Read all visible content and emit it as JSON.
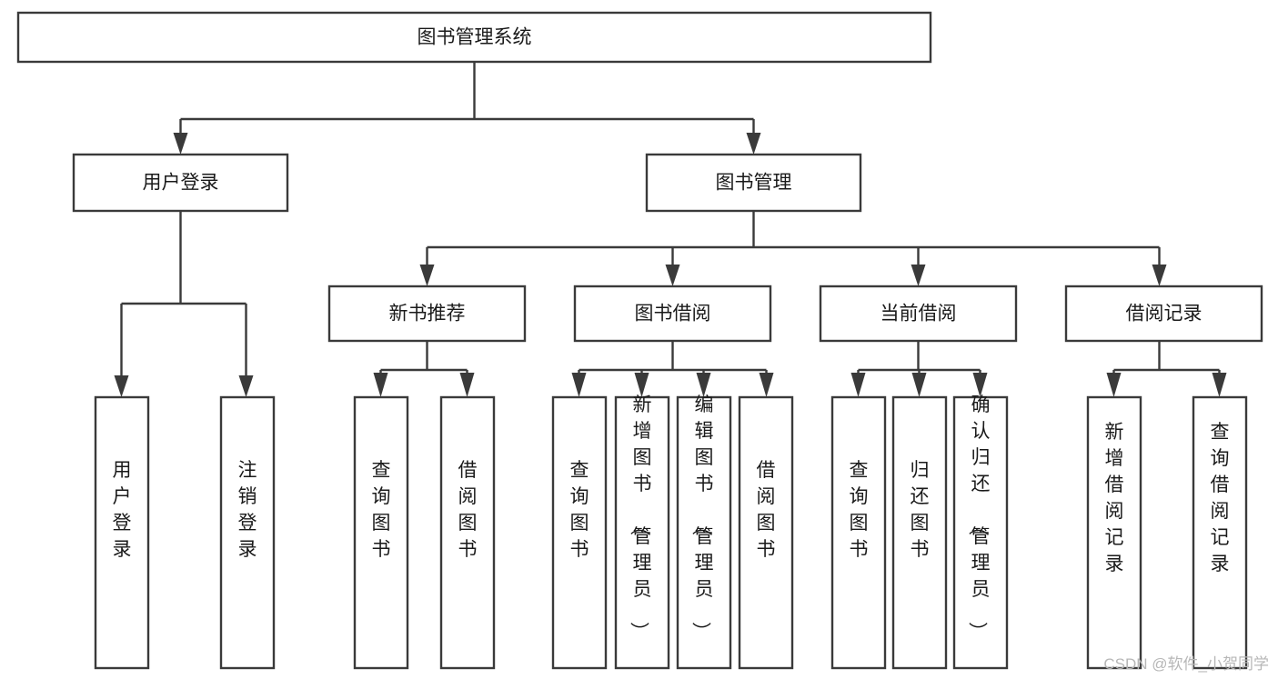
{
  "diagram": {
    "type": "tree-hierarchy-functional-decomposition",
    "orientation": "top-down",
    "background_color": "#ffffff",
    "line_color": "#3a3a3a",
    "text_color": "#1a1a1a",
    "root": {
      "label": "图书管理系统"
    },
    "level2": [
      {
        "label": "用户登录"
      },
      {
        "label": "图书管理"
      }
    ],
    "level3": [
      {
        "label": "新书推荐"
      },
      {
        "label": "图书借阅"
      },
      {
        "label": "当前借阅"
      },
      {
        "label": "借阅记录"
      }
    ],
    "leaves": {
      "user_login": [
        {
          "label": "用户登录"
        },
        {
          "label": "注销登录"
        }
      ],
      "new_book_recommend": [
        {
          "label": "查询图书"
        },
        {
          "label": "借阅图书"
        }
      ],
      "book_borrow": [
        {
          "label": "查询图书"
        },
        {
          "label": "新增图书（管理员）"
        },
        {
          "label": "编辑图书（管理员）"
        },
        {
          "label": "借阅图书"
        }
      ],
      "current_borrow": [
        {
          "label": "查询图书"
        },
        {
          "label": "归还图书"
        },
        {
          "label": "确认归还（管理员）"
        }
      ],
      "borrow_record": [
        {
          "label": "新增借阅记录"
        },
        {
          "label": "查询借阅记录"
        }
      ]
    }
  },
  "watermark": {
    "text": "CSDN @软件_小贺同学"
  }
}
